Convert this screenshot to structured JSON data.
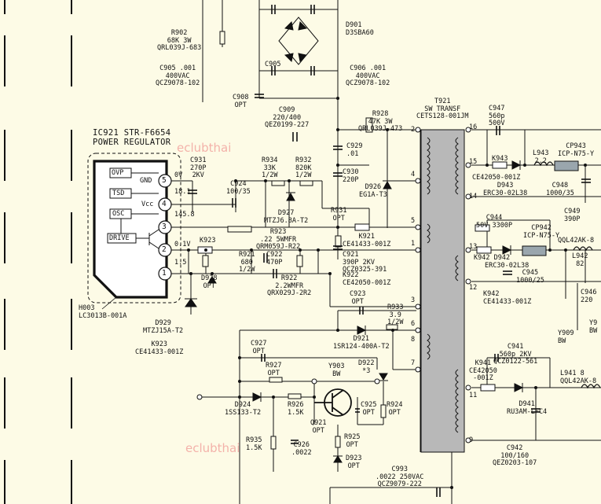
{
  "ic": {
    "title": "IC921 STR-F6654",
    "subtitle": "POWER REGULATOR",
    "blocks": [
      "OVP",
      "TSD",
      "OSC",
      "DRIVE"
    ],
    "pin_names": [
      "GND",
      "Vcc"
    ],
    "pin_voltages": [
      "0V",
      "18.1",
      "145.8",
      "0.1V",
      "1.5"
    ],
    "pin_numbers": [
      "5",
      "4",
      "3",
      "2",
      "1"
    ],
    "heatsink": "H003\nLC3013B-001A"
  },
  "components": [
    {
      "id": "r902",
      "text": "R902\n68K 3W\nQRL039J-683"
    },
    {
      "id": "d901",
      "text": "D901\nD3SBA60"
    },
    {
      "id": "c905",
      "text": "C905 .001\n400VAC\nQCZ9078-102"
    },
    {
      "id": "c905b",
      "text": "C905"
    },
    {
      "id": "c906",
      "text": "C906 .001\n400VAC\nQCZ9078-102"
    },
    {
      "id": "c908",
      "text": "C908\nOPT"
    },
    {
      "id": "c909",
      "text": "C909\n220/400\nQEZ0199-227"
    },
    {
      "id": "r928",
      "text": "R928\n47K 3W\nQRL039J-473"
    },
    {
      "id": "t921",
      "text": "T921\nSW TRANSF\nCETS128-001JM"
    },
    {
      "id": "c947",
      "text": "C947\n560p\n500V"
    },
    {
      "id": "c929",
      "text": "C929\n.01"
    },
    {
      "id": "c930",
      "text": "C930\n220P"
    },
    {
      "id": "d926",
      "text": "D926\nEG1A-T3"
    },
    {
      "id": "c931",
      "text": "C931\n270P\n2KV"
    },
    {
      "id": "c924",
      "text": "C924\n100/35"
    },
    {
      "id": "r934",
      "text": "R934\n33K\n1/2W"
    },
    {
      "id": "r932",
      "text": "R932\n820K\n1/2W"
    },
    {
      "id": "d927",
      "text": "D927\nMTZJ6.8A-T2"
    },
    {
      "id": "r931",
      "text": "R931\nOPT"
    },
    {
      "id": "k921",
      "text": "K921\nCE41433-001Z"
    },
    {
      "id": "k923a",
      "text": "K923"
    },
    {
      "id": "r923",
      "text": "R923\n.22 5WMFR\nQRM059J-R22"
    },
    {
      "id": "r921",
      "text": "R921\n680\n1/2W"
    },
    {
      "id": "c922",
      "text": "C922\n470P"
    },
    {
      "id": "c921",
      "text": "C921\n390P 2KV\nQCZ0325-391"
    },
    {
      "id": "k922",
      "text": "K922\nCE42050-001Z"
    },
    {
      "id": "r922",
      "text": "R922\n2.2WMFR\nQRX029J-2R2"
    },
    {
      "id": "d928",
      "text": "D928\nOPT"
    },
    {
      "id": "d929",
      "text": "D929\nMTZJ15A-T2"
    },
    {
      "id": "k923b",
      "text": "K923\nCE41433-001Z"
    },
    {
      "id": "c923",
      "text": "C923\nOPT"
    },
    {
      "id": "r933",
      "text": "R933\n3.9\n1/2W"
    },
    {
      "id": "d921",
      "text": "D921\n1SR124-400A-T2"
    },
    {
      "id": "c927",
      "text": "C927\nOPT"
    },
    {
      "id": "r927",
      "text": "R927\nOPT"
    },
    {
      "id": "y903",
      "text": "Y903\nBW"
    },
    {
      "id": "d922",
      "text": "D922\n*3"
    },
    {
      "id": "d924",
      "text": "D924\n1SS133-T2"
    },
    {
      "id": "r926",
      "text": "R926\n1.5K"
    },
    {
      "id": "c925",
      "text": "C925\nOPT"
    },
    {
      "id": "r924",
      "text": "R924\nOPT"
    },
    {
      "id": "q921",
      "text": "Q921\nOPT"
    },
    {
      "id": "r925",
      "text": "R925\nOPT"
    },
    {
      "id": "r935",
      "text": "R935\n1.5K"
    },
    {
      "id": "c926",
      "text": "C926\n.0022"
    },
    {
      "id": "d923",
      "text": "D923\nOPT"
    },
    {
      "id": "c993",
      "text": "C993\n.0022 250VAC\nQCZ9079-222"
    },
    {
      "id": "cp943",
      "text": "CP943\nICP-N75-Y"
    },
    {
      "id": "l943",
      "text": "L943\n2.2"
    },
    {
      "id": "k943",
      "text": "K943"
    },
    {
      "id": "ce42050",
      "text": "CE42050-001Z"
    },
    {
      "id": "d943",
      "text": "D943\nERC30-02L38"
    },
    {
      "id": "c948",
      "text": "C948\n1000/35"
    },
    {
      "id": "c949",
      "text": "C949\n390P"
    },
    {
      "id": "c944",
      "text": "C944\n50V 3300P"
    },
    {
      "id": "cp942",
      "text": "CP942\nICP-N75-Y"
    },
    {
      "id": "qql42ak",
      "text": "QQL42AK-8"
    },
    {
      "id": "k942",
      "text": "K942 D942"
    },
    {
      "id": "erc30b",
      "text": "ERC30-02L38"
    },
    {
      "id": "l942",
      "text": "L942\n82"
    },
    {
      "id": "c945",
      "text": "C945\n1000/25"
    },
    {
      "id": "k942b",
      "text": "K942\nCE41433-001Z"
    },
    {
      "id": "c946",
      "text": "C946\n220"
    },
    {
      "id": "y909",
      "text": "Y909\nBW"
    },
    {
      "id": "y9",
      "text": "Y9\nBW"
    },
    {
      "id": "c941",
      "text": "C941\n560p 2KV\nQCZ0122-561"
    },
    {
      "id": "k941",
      "text": "K941\nCE42050\n-001Z"
    },
    {
      "id": "d941",
      "text": "D941\nRU3AM-LFC4"
    },
    {
      "id": "l941",
      "text": "L941 8\nQQL42AK-8"
    },
    {
      "id": "c942",
      "text": "C942\n100/160\nQEZ0203-107"
    },
    {
      "id": "tp2",
      "text": "2"
    },
    {
      "id": "tp4",
      "text": "4"
    },
    {
      "id": "tp5",
      "text": "5"
    },
    {
      "id": "tp1",
      "text": "1"
    },
    {
      "id": "tp3",
      "text": "3"
    },
    {
      "id": "tp6",
      "text": "6"
    },
    {
      "id": "tp8",
      "text": "8"
    },
    {
      "id": "tp7",
      "text": "7"
    },
    {
      "id": "tp16",
      "text": "16"
    },
    {
      "id": "tp15",
      "text": "15"
    },
    {
      "id": "tp14",
      "text": "14"
    },
    {
      "id": "tp13",
      "text": "13"
    },
    {
      "id": "tp12",
      "text": "12"
    },
    {
      "id": "tp11",
      "text": "11"
    },
    {
      "id": "tp9",
      "text": "9"
    }
  ],
  "watermark": "eclubthai"
}
